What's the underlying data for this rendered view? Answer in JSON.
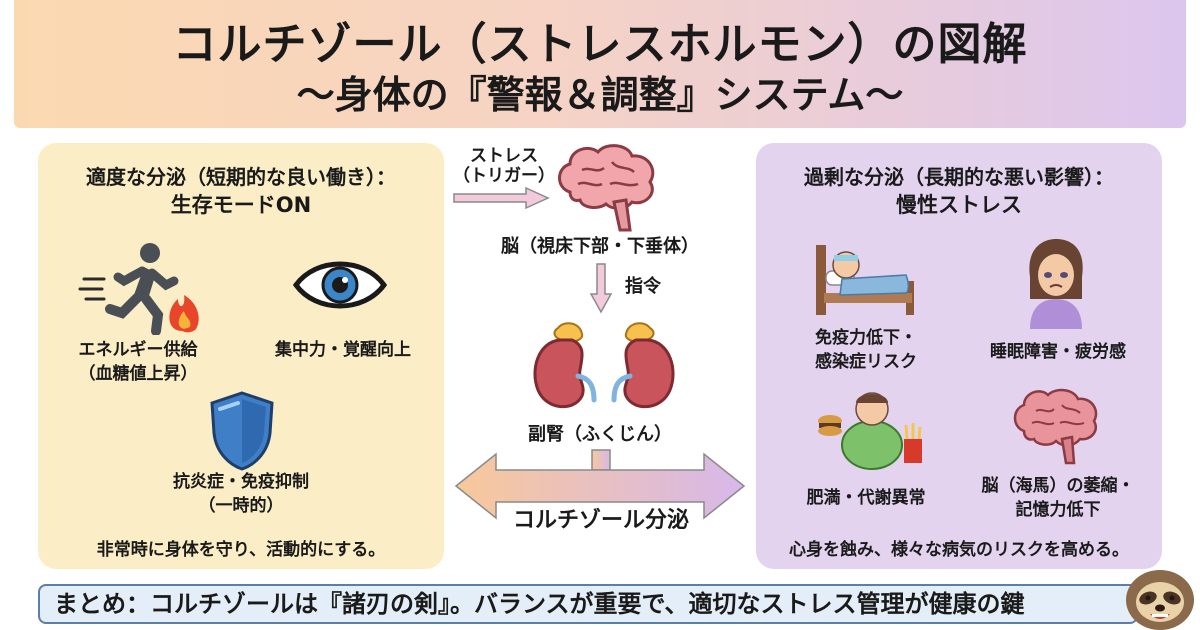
{
  "header": {
    "title": "コルチゾール（ストレスホルモン）の図解",
    "subtitle": "〜身体の『警報＆調整』システム〜"
  },
  "left_panel": {
    "title_line1": "適度な分泌（短期的な良い働き）：",
    "title_line2": "生存モードON",
    "items": [
      {
        "icon": "running-person-fire-icon",
        "label_line1": "エネルギー供給",
        "label_line2": "（血糖値上昇）"
      },
      {
        "icon": "eye-icon",
        "label_line1": "集中力・覚醒向上",
        "label_line2": ""
      },
      {
        "icon": "shield-icon",
        "label_line1": "抗炎症・免疫抑制",
        "label_line2": "（一時的）"
      }
    ],
    "footer": "非常時に身体を守り、活動的にする。"
  },
  "center": {
    "stress_line1": "ストレス",
    "stress_line2": "（トリガー）",
    "brain_label": "脳（視床下部・下垂体）",
    "command_label": "指令",
    "adrenal_label": "副腎（ふくじん）",
    "secretion_label": "コルチゾール分泌"
  },
  "right_panel": {
    "title_line1": "過剰な分泌（長期的な悪い影響）：",
    "title_line2": "慢性ストレス",
    "items": [
      {
        "icon": "sick-person-in-bed-icon",
        "label_line1": "免疫力低下・",
        "label_line2": "感染症リスク"
      },
      {
        "icon": "tired-woman-icon",
        "label_line1": "睡眠障害・疲労感",
        "label_line2": ""
      },
      {
        "icon": "obese-person-fastfood-icon",
        "label_line1": "肥満・代謝異常",
        "label_line2": ""
      },
      {
        "icon": "shrinking-brain-icon",
        "label_line1": "脳（海馬）の萎縮・",
        "label_line2": "記憶力低下"
      }
    ],
    "footer": "心身を蝕み、様々な病気のリスクを高める。"
  },
  "summary": {
    "text": "まとめ：コルチゾールは『諸刃の剣』。バランスが重要で、適切なストレス管理が健康の鍵"
  },
  "colors": {
    "left_panel_bg": "#fbedc6",
    "right_panel_bg": "#e3d3ef",
    "summary_bg": "#e4eef8",
    "summary_border": "#5a7fa8"
  }
}
